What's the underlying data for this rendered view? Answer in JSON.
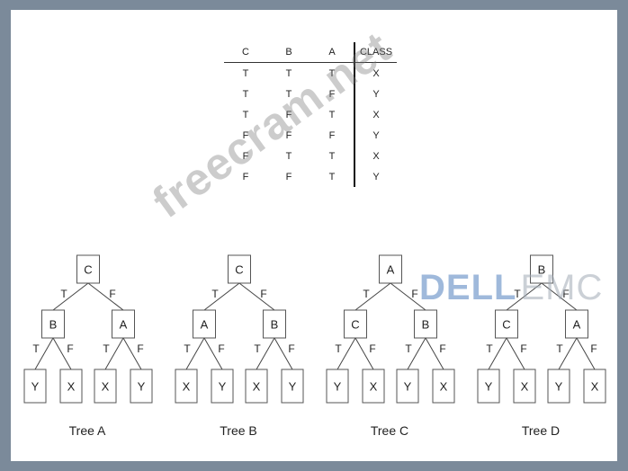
{
  "table": {
    "headers": [
      "C",
      "B",
      "A",
      "CLASS"
    ],
    "rows": [
      [
        "T",
        "T",
        "T",
        "X"
      ],
      [
        "T",
        "T",
        "F",
        "Y"
      ],
      [
        "T",
        "F",
        "T",
        "X"
      ],
      [
        "F",
        "F",
        "F",
        "Y"
      ],
      [
        "F",
        "T",
        "T",
        "X"
      ],
      [
        "F",
        "F",
        "T",
        "Y"
      ]
    ]
  },
  "trees": [
    {
      "caption": "Tree A",
      "root": "C",
      "left": "B",
      "right": "A",
      "leaves": [
        "Y",
        "X",
        "X",
        "Y"
      ]
    },
    {
      "caption": "Tree B",
      "root": "C",
      "left": "A",
      "right": "B",
      "leaves": [
        "X",
        "Y",
        "X",
        "Y"
      ]
    },
    {
      "caption": "Tree C",
      "root": "A",
      "left": "C",
      "right": "B",
      "leaves": [
        "Y",
        "X",
        "Y",
        "X"
      ]
    },
    {
      "caption": "Tree D",
      "root": "B",
      "left": "C",
      "right": "A",
      "leaves": [
        "Y",
        "X",
        "Y",
        "X"
      ]
    }
  ],
  "edge_labels": {
    "true": "T",
    "false": "F"
  },
  "watermark": "freecram.net",
  "logo": {
    "brand": "DELL",
    "suffix": "EMC"
  }
}
